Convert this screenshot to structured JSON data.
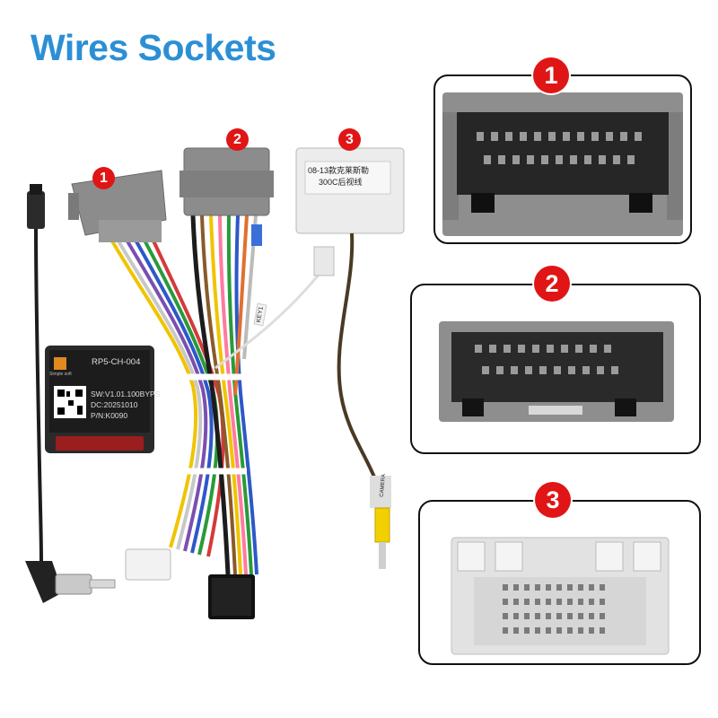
{
  "title": "Wires Sockets",
  "colors": {
    "title": "#2c8fd6",
    "badge": "#e01515",
    "connector_gray": "#8c8c8c",
    "connector_white": "#ececec",
    "module_body": "#2a2a2a"
  },
  "harness": {
    "labels": {
      "n1": "1",
      "n2": "2",
      "n3": "3"
    },
    "module": {
      "model": "RP5-CH-004",
      "sw": "SW:V1.01.100BYPS",
      "dc": "DC:20251010",
      "pn": "P/N:K0090",
      "brand": "Simple soft"
    },
    "connector3_label_line1": "08-13款克莱斯勒",
    "connector3_label_line2": "300C后视线",
    "tag_key": "KEY1",
    "tag_camera": "CAMERA"
  },
  "panels": [
    {
      "number": "1"
    },
    {
      "number": "2"
    },
    {
      "number": "3"
    }
  ]
}
